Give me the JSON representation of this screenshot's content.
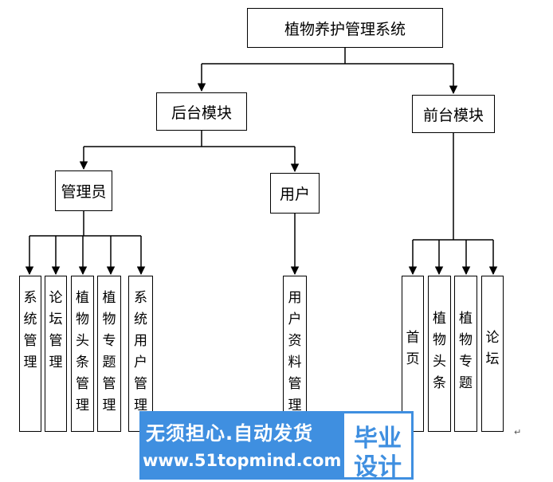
{
  "root": {
    "label": "植物养护管理系统"
  },
  "backend": {
    "label": "后台模块"
  },
  "frontend": {
    "label": "前台模块"
  },
  "admin": {
    "label": "管理员"
  },
  "user": {
    "label": "用户"
  },
  "admin_modules": [
    {
      "label": "系统管理"
    },
    {
      "label": "论坛管理"
    },
    {
      "label": "植物头条管理"
    },
    {
      "label": "植物专题管理"
    },
    {
      "label": "系统用户管理"
    }
  ],
  "user_modules": [
    {
      "label": "用户资料管理"
    }
  ],
  "front_modules": [
    {
      "label": "首页"
    },
    {
      "label": "植物头条"
    },
    {
      "label": "植物专题"
    },
    {
      "label": "论坛"
    }
  ],
  "watermark": {
    "slogan": "无须担心.自动发货",
    "url": "www.51topmind.com",
    "badge_line1": "毕业",
    "badge_line2": "设计"
  },
  "colors": {
    "watermark_blue": "#3f8fe0"
  },
  "return_mark": "↵"
}
